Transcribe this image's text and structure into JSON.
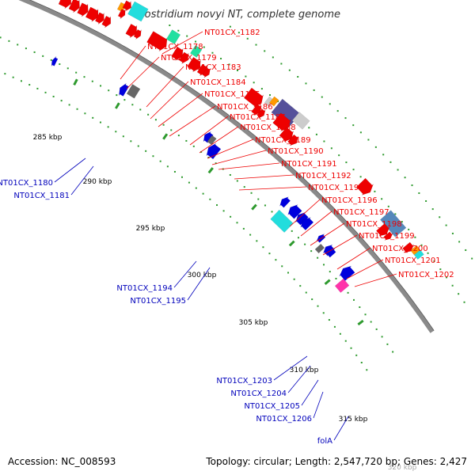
{
  "title": "Clostridium novyi NT, complete genome",
  "footer": {
    "accession": "Accession: NC_008593",
    "topology": "Topology: circular; Length: 2,547,720 bp; Genes: 2,427"
  },
  "colors": {
    "backbone": "#888888",
    "forward_gene": "#ee0000",
    "reverse_gene": "#0000dd",
    "label_red": "#ee0000",
    "label_blue": "#0000bb",
    "tick_dot": "#2e9a2e"
  },
  "ticks": [
    {
      "label": "285 kbp"
    },
    {
      "label": "290 kbp"
    },
    {
      "label": "295 kbp"
    },
    {
      "label": "300 kbp"
    },
    {
      "label": "305 kbp"
    },
    {
      "label": "310 kbp"
    },
    {
      "label": "315 kbp"
    },
    {
      "label": "320 kbp"
    }
  ],
  "gene_labels_red": [
    "NT01CX_1182",
    "NT01CX_1178",
    "NT01CX_1179",
    "NT01CX_1183",
    "NT01CX_1184",
    "NT01CX_1185",
    "NT01CX_1186",
    "NT01CX_1187",
    "NT01CX_1188",
    "NT01CX_1189",
    "NT01CX_1190",
    "NT01CX_1191",
    "NT01CX_1192",
    "NT01CX_1193",
    "NT01CX_1196",
    "NT01CX_1197",
    "NT01CX_1198",
    "NT01CX_1199",
    "NT01CX_1200",
    "NT01CX_1201",
    "NT01CX_1202"
  ],
  "gene_labels_blue": [
    "NT01CX_1180",
    "NT01CX_1181",
    "NT01CX_1194",
    "NT01CX_1195",
    "NT01CX_1203",
    "NT01CX_1204",
    "NT01CX_1205",
    "NT01CX_1206",
    "folA"
  ]
}
